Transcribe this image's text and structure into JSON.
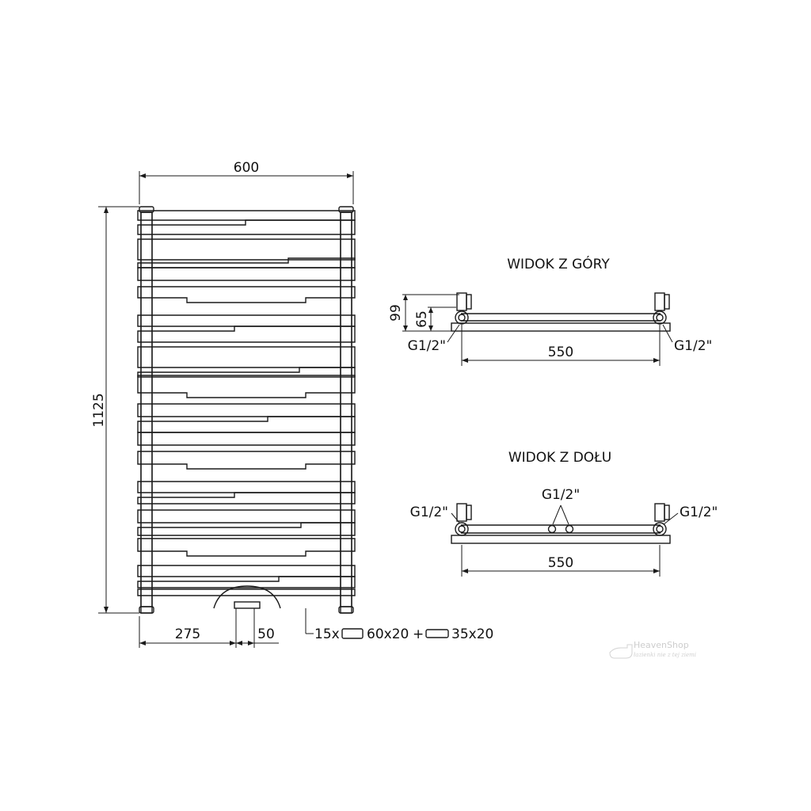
{
  "front_view": {
    "width_label": "600",
    "height_label": "1125",
    "offset_label": "275",
    "spacing_label": "50",
    "spec_count": "15x",
    "spec_profile_a": "60x20",
    "spec_plus": "+",
    "spec_profile_b": "35x20"
  },
  "top_view": {
    "title": "WIDOK Z GÓRY",
    "depth_total": "99",
    "depth_inner": "65",
    "connector_left": "G1/2\"",
    "connector_right": "G1/2\"",
    "spacing_label": "550"
  },
  "bottom_view": {
    "title": "WIDOK Z DOŁU",
    "connector_left": "G1/2\"",
    "connector_center": "G1/2\"",
    "connector_right": "G1/2\"",
    "spacing_label": "550"
  },
  "watermark": {
    "brand": "HeavenShop",
    "tagline": "łazienki nie z tej ziemi"
  }
}
